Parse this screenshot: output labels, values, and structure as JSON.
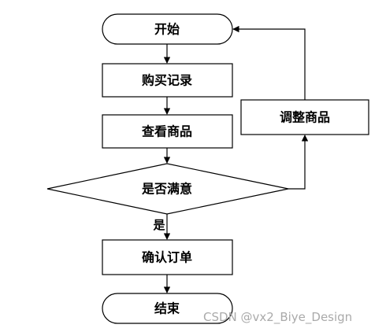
{
  "nodes": {
    "start": "开始",
    "purchase_records": "购买记录",
    "view_products": "查看商品",
    "satisfied": "是否满意",
    "adjust_products": "调整商品",
    "confirm_order": "确认订单",
    "end": "结束"
  },
  "edges": {
    "yes_label": "是"
  },
  "watermark": "CSDN @vx2_Biye_Design"
}
